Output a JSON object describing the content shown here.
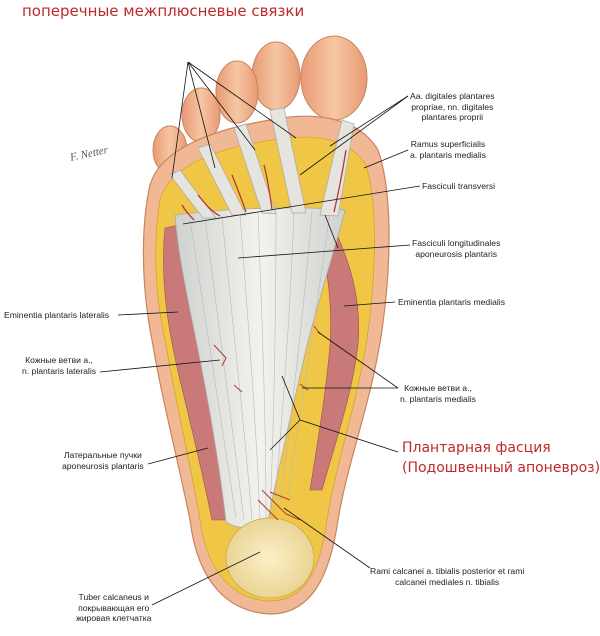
{
  "title_ligaments": "поперечные межплюсневые связки",
  "title_fascia": [
    "Плантарная фасция",
    "(Подошвенный апоневроз)"
  ],
  "labels": {
    "digitales": [
      "Aa. digitales plantares",
      "propriae, nn. digitales",
      "plantares proprii"
    ],
    "ramus_superficialis": [
      "Ramus superficialis",
      "a. plantaris medialis"
    ],
    "fasciculi_transversi": [
      "Fasciculi transversi"
    ],
    "fasciculi_longitudinales": [
      "Fasciculi longitudinales",
      "aponeurosis plantaris"
    ],
    "eminentia_medialis": [
      "Eminentia plantaris medialis"
    ],
    "eminentia_lateralis": [
      "Eminentia plantaris lateralis"
    ],
    "kozhnye_lateral": [
      "Кожные ветви а.,",
      "n. plantaris lateralis"
    ],
    "kozhnye_medial": [
      "Кожные ветви а.,",
      "n. plantaris medialis"
    ],
    "lateralnye_puchki": [
      "Латеральные пучки",
      "aponeurosis plantaris"
    ],
    "rami_calcanei": [
      "Rami calcanei a. tibialis posterior et rami",
      "calcanei mediales n. tibialis"
    ],
    "tuber_calcaneus": [
      "Tuber calcaneus и",
      "покрывающая его",
      "жировая клетчатка"
    ]
  },
  "signature": "F. Netter",
  "colors": {
    "skin": "#f2b48e",
    "fat": "#f0c646",
    "muscle": "#c97a78",
    "fascia": "#e9e6e0",
    "annotation_red": "#c0282a"
  }
}
